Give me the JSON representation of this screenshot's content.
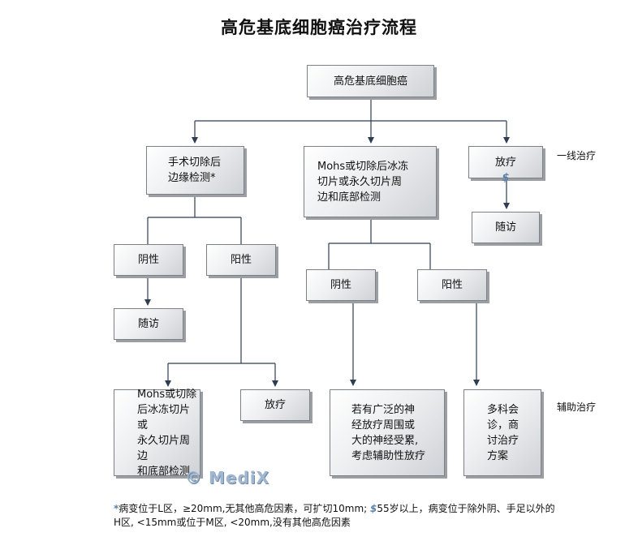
{
  "title": "高危基底细胞癌治疗流程",
  "nodes": {
    "root": "高危基底细胞癌",
    "surgery": "手术切除后\n边缘检测*",
    "mohs_top": "Mohs或切除后冰冻\n切片或永久切片周\n边和底部检测",
    "radio_top": "放疗",
    "radio_top_mark": "$",
    "followup_right": "随访",
    "neg_left": "阴性",
    "pos_left": "阳性",
    "followup_left": "随访",
    "neg_mid": "阴性",
    "pos_mid": "阳性",
    "mohs_bottom": "Mohs或切除\n后冰冻切片或\n永久切片周边\n和底部检测",
    "radio_bottom": "放疗",
    "nerve": "若有广泛的神\n经放疗周围或\n大的神经受累,\n考虑辅助性放疗",
    "mdt": "多科会\n诊，商\n讨治疗\n方案"
  },
  "side_labels": {
    "first_line": "一线治疗",
    "adjuvant": "辅助治疗"
  },
  "watermark": "© MediX",
  "footnote": {
    "marker": "*",
    "line1": "病变位于L区，≥20mm,无其他高危因素，可扩切10mm; ",
    "marker2": "$",
    "line1b": "55岁以上，病变位于除外阴、手足以外的",
    "line2": "H区, <15mm或位于M区, <20mm,没有其他高危因素"
  }
}
